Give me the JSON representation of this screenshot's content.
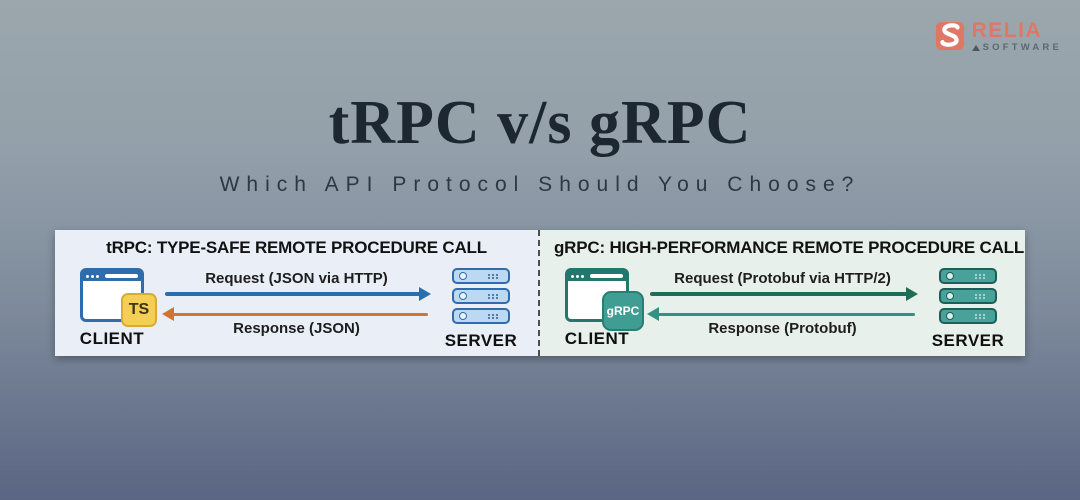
{
  "logo": {
    "name": "RELIA",
    "tagline": "SOFTWARE",
    "icon": "relia-s-icon",
    "brand_color": "#df7767",
    "tagline_color": "#5d6873"
  },
  "header": {
    "title": "tRPC v/s gRPC",
    "subtitle": "Which API Protocol Should You Choose?"
  },
  "panels": [
    {
      "id": "trpc",
      "heading": "tRPC: TYPE-SAFE REMOTE PROCEDURE CALL",
      "client_label": "CLIENT",
      "client_badge": "TS",
      "client_icon": "browser-window-icon",
      "server_label": "SERVER",
      "server_icon": "server-stack-icon",
      "request_label": "Request (JSON via HTTP)",
      "response_label": "Response (JSON)",
      "colors": {
        "background": "#e9eef7",
        "primary": "#2e6cad",
        "request_arrow": "#2a6cb0",
        "response_arrow": "#d2742f",
        "badge_background": "#f5ce55"
      }
    },
    {
      "id": "grpc",
      "heading": "gRPC: HIGH-PERFORMANCE REMOTE PROCEDURE CALL",
      "client_label": "CLIENT",
      "client_badge": "gRPC",
      "client_icon": "browser-window-icon",
      "server_label": "SERVER",
      "server_icon": "server-stack-icon",
      "request_label": "Request (Protobuf via HTTP/2)",
      "response_label": "Response (Protobuf)",
      "colors": {
        "background": "#e8f0eb",
        "primary": "#23786e",
        "request_arrow": "#1e6e57",
        "response_arrow": "#35917f",
        "badge_background": "#3f9d93"
      }
    }
  ],
  "divider": "dashed-vertical-divider",
  "background_gradient": [
    "#9ba7ac",
    "#5a6583"
  ]
}
